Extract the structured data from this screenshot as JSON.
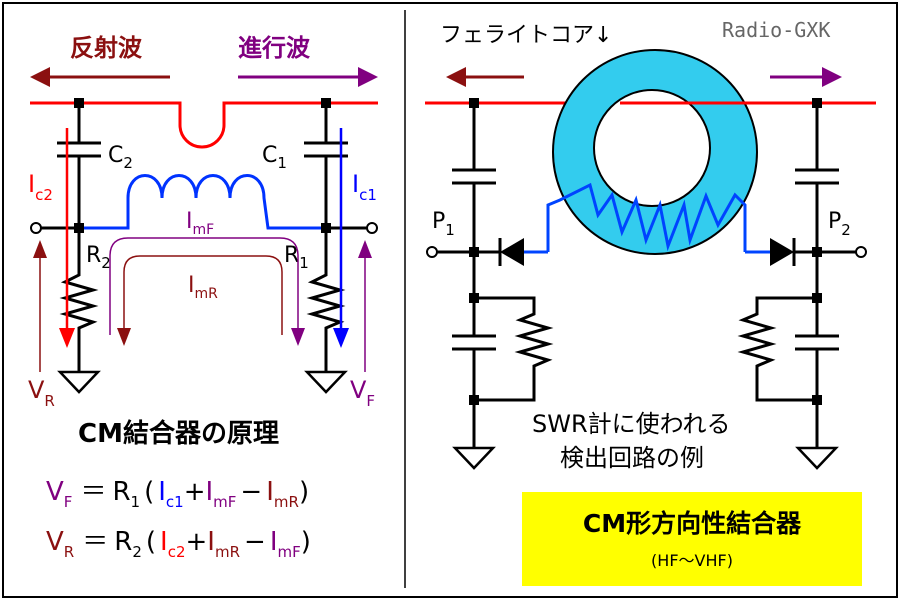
{
  "watermark": "Radio-GXK",
  "left": {
    "reflected_wave": "反射波",
    "forward_wave": "進行波",
    "c2": "C",
    "c2_sub": "2",
    "c1": "C",
    "c1_sub": "1",
    "ic2": "I",
    "ic2_sub": "c2",
    "ic1": "I",
    "ic1_sub": "c1",
    "imf": "I",
    "imf_sub": "mF",
    "imr": "I",
    "imr_sub": "mR",
    "r2": "R",
    "r2_sub": "2",
    "r1": "R",
    "r1_sub": "1",
    "vr": "V",
    "vr_sub": "R",
    "vf": "V",
    "vf_sub": "F",
    "caption": "CM結合器の原理"
  },
  "equations": {
    "eq1": {
      "lhs": "V",
      "lhs_sub": "F",
      "eq": "＝",
      "r": "R",
      "r_sub": "1",
      "open": "(",
      "t1": "I",
      "t1_sub": "c1",
      "plus": "+",
      "t2": "I",
      "t2_sub": "mF",
      "minus": "−",
      "t3": "I",
      "t3_sub": "mR",
      "close": ")"
    },
    "eq2": {
      "lhs": "V",
      "lhs_sub": "R",
      "eq": "＝",
      "r": "R",
      "r_sub": "2",
      "open": "(",
      "t1": "I",
      "t1_sub": "c2",
      "plus": "+",
      "t2": "I",
      "t2_sub": "mR",
      "minus": "−",
      "t3": "I",
      "t3_sub": "mF",
      "close": ")"
    }
  },
  "right": {
    "ferrite_label": "フェライトコア↓",
    "p1": "P",
    "p1_sub": "1",
    "p2": "P",
    "p2_sub": "2",
    "note_line1": "SWR計に使われる",
    "note_line2": "検出回路の例",
    "box_title": "CM形方向性結合器",
    "box_sub": "(HF〜VHF)"
  },
  "colors": {
    "red": "#ff0000",
    "dark_red": "#8b1010",
    "purple": "#800080",
    "blue": "#0000ff",
    "cyan": "#33ccee",
    "yellow": "#ffff00"
  }
}
